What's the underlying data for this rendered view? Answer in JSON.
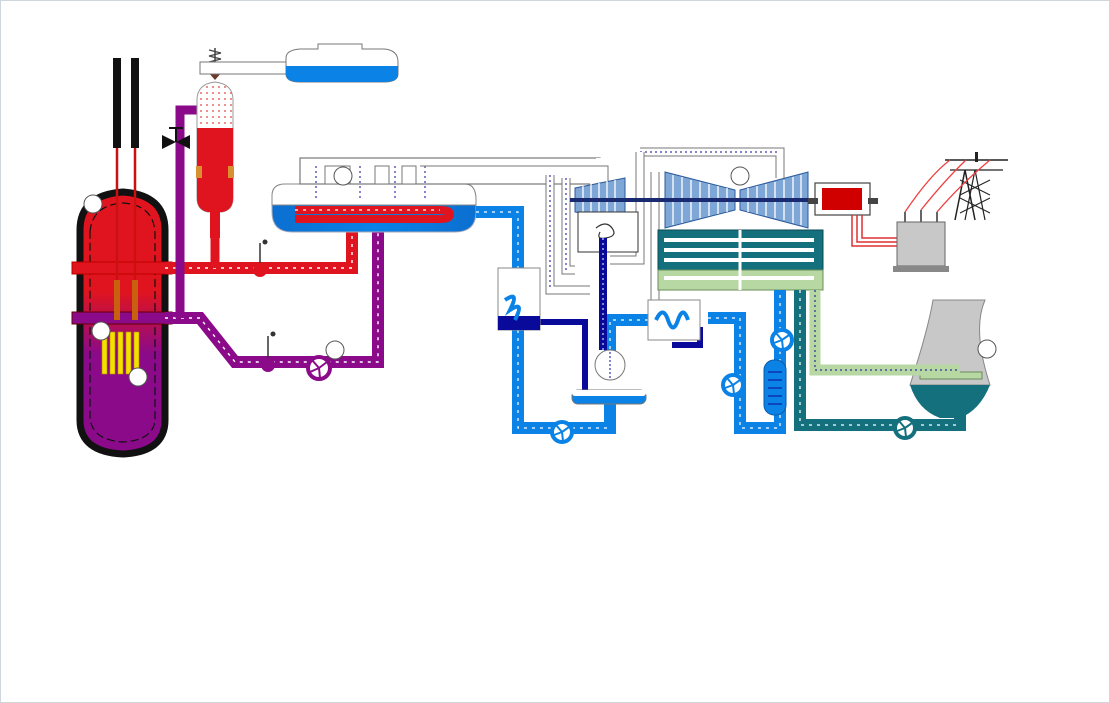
{
  "colors": {
    "hot_coolant": "#e0141e",
    "cold_coolant": "#8a0a8a",
    "steam": "#0a82e6",
    "dark_blue": "#0a0a9a",
    "teal": "#15707e",
    "cooling_green": "#b7d7a3",
    "fuel": "#f5e000",
    "reactor_shell": "#111111",
    "tower_grey": "#c8c8c8"
  },
  "icons": [
    "reactor-vessel-icon",
    "control-rods-icon",
    "fuel-assembly-icon",
    "pressurizer-icon",
    "steam-generator-icon",
    "circulation-pump-icon",
    "turbine-icon",
    "generator-icon",
    "transformer-icon",
    "power-pylon-icon",
    "cooling-tower-icon",
    "condenser-icon",
    "feedwater-heater-icon",
    "valve-icon"
  ],
  "markers": [
    {
      "id": "m1",
      "text": ""
    },
    {
      "id": "m2",
      "text": ""
    },
    {
      "id": "m3",
      "text": ""
    },
    {
      "id": "m4",
      "text": ""
    },
    {
      "id": "m5",
      "text": ""
    },
    {
      "id": "m6",
      "text": ""
    },
    {
      "id": "m7",
      "text": ""
    }
  ]
}
